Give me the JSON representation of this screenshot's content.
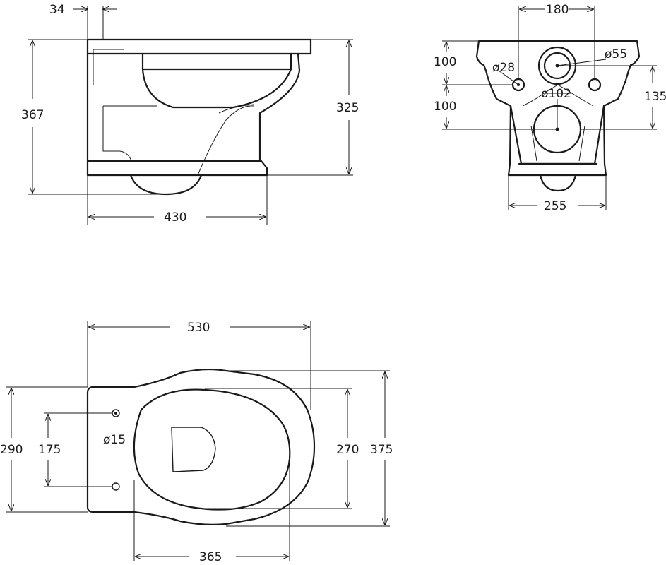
{
  "side_view": {
    "dim_offset": "34",
    "dim_height_total": "367",
    "dim_height_seat": "325",
    "dim_length": "430"
  },
  "rear_view": {
    "dim_fixing_spacing": "180",
    "dim_upper_height": "100",
    "dim_lower_height": "100",
    "dim_drain_height": "135",
    "dim_width": "255",
    "dia_fixing": "ø28",
    "dia_inlet": "ø55",
    "dia_outlet": "ø102"
  },
  "top_view": {
    "dim_length": "530",
    "dim_width_total": "375",
    "dim_width_rear": "290",
    "dim_hole_spacing": "175",
    "dim_bowl_width": "270",
    "dim_bowl_length": "365",
    "dia_hole": "ø15"
  }
}
